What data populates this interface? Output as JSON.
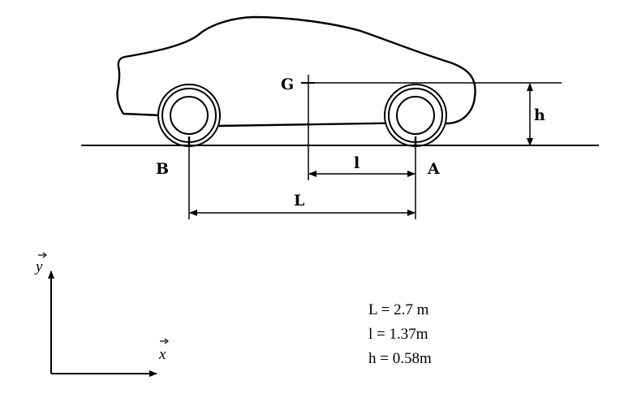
{
  "labels": {
    "point_g": "G",
    "point_a": "A",
    "point_b": "B",
    "dim_h": "h",
    "dim_l": "l",
    "dim_L": "L",
    "axis_x": "x",
    "axis_y": "y"
  },
  "values": [
    {
      "name": "L",
      "text": "L = 2.7 m"
    },
    {
      "name": "l",
      "text": "l = 1.37m"
    },
    {
      "name": "h",
      "text": "h = 0.58m"
    }
  ]
}
